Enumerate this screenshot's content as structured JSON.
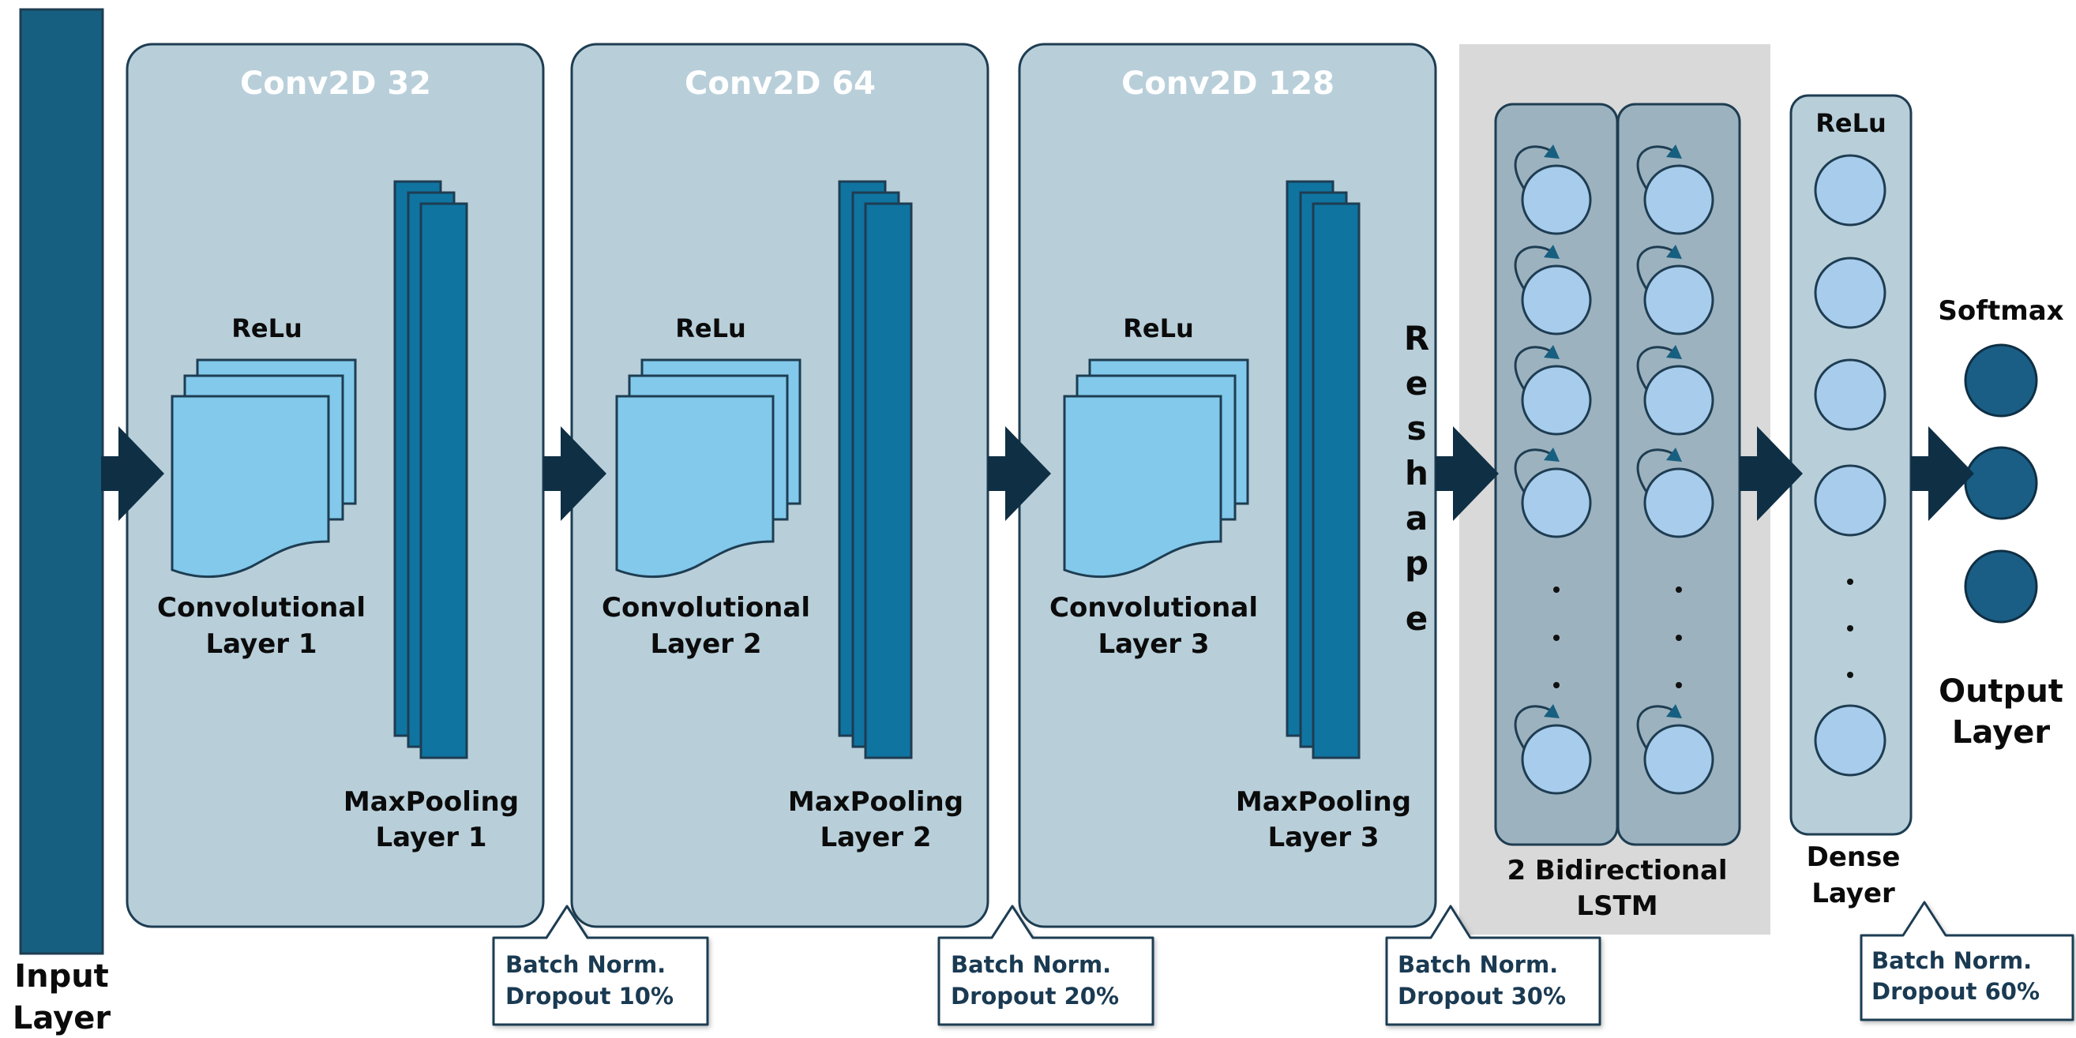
{
  "input_layer": {
    "line1": "Input",
    "line2": "Layer"
  },
  "conv_blocks": [
    {
      "title": "Conv2D 32",
      "activation": "ReLu",
      "conv_line1": "Convolutional",
      "conv_line2": "Layer 1",
      "pool_line1": "MaxPooling",
      "pool_line2": "Layer 1"
    },
    {
      "title": "Conv2D 64",
      "activation": "ReLu",
      "conv_line1": "Convolutional",
      "conv_line2": "Layer 2",
      "pool_line1": "MaxPooling",
      "pool_line2": "Layer 2"
    },
    {
      "title": "Conv2D 128",
      "activation": "ReLu",
      "conv_line1": "Convolutional",
      "conv_line2": "Layer 3",
      "pool_line1": "MaxPooling",
      "pool_line2": "Layer 3"
    }
  ],
  "reshape": [
    "R",
    "e",
    "s",
    "h",
    "a",
    "p",
    "e"
  ],
  "lstm": {
    "line1": "2 Bidirectional",
    "line2": "LSTM"
  },
  "dense": {
    "activation": "ReLu",
    "line1": "Dense",
    "line2": "Layer"
  },
  "output": {
    "activation": "Softmax",
    "line1": "Output",
    "line2": "Layer"
  },
  "callouts": [
    {
      "line1": "Batch Norm.",
      "line2": "Dropout 10%"
    },
    {
      "line1": "Batch Norm.",
      "line2": "Dropout 20%"
    },
    {
      "line1": "Batch Norm.",
      "line2": "Dropout 30%"
    },
    {
      "line1": "Batch Norm.",
      "line2": "Dropout 60%"
    }
  ],
  "colors": {
    "panel": "#b8cfda",
    "panel_border": "#1e3d52",
    "dark_bar": "#175f80",
    "pool_blue": "#0f74a0",
    "feature_map": "#82c9eb",
    "neuron": "#a8ccec",
    "output_neuron": "#1a5e85",
    "lstm_bg": "#d9d9d9",
    "lstm_col": "#9db2bf",
    "arrow": "#0f2f44"
  }
}
